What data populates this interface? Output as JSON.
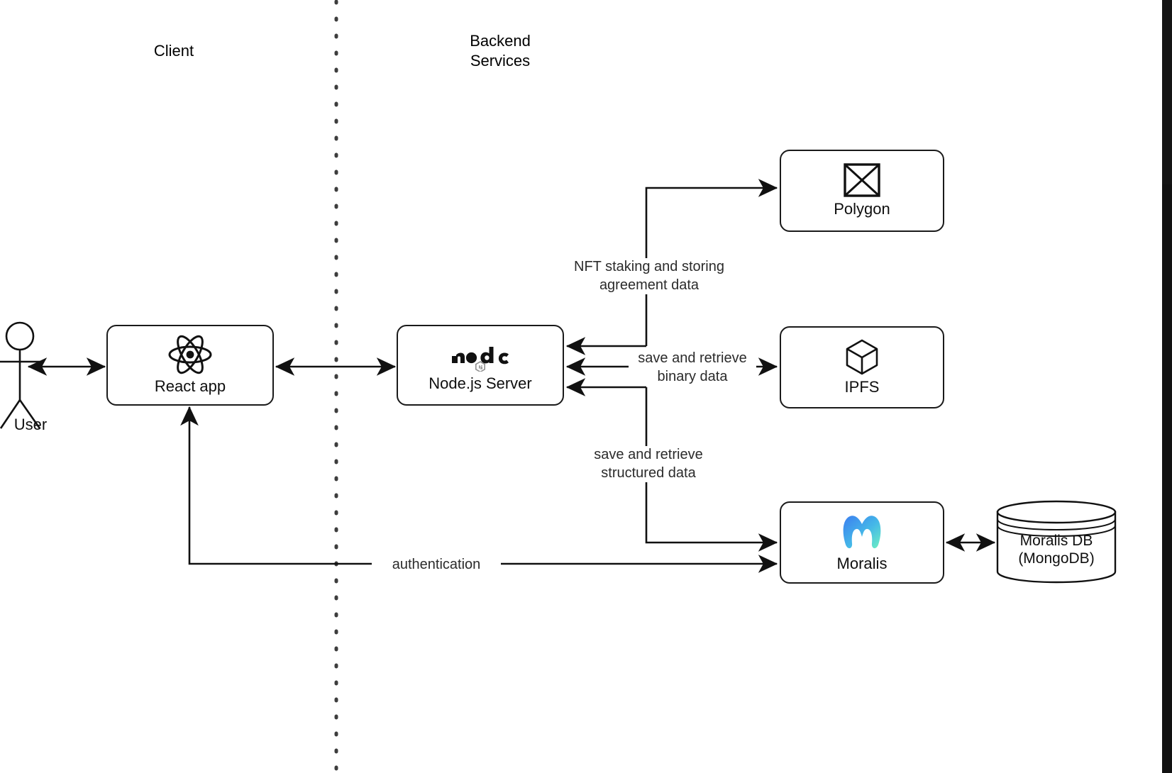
{
  "diagram": {
    "title": "Client / Backend Services architecture",
    "lanes": [
      {
        "id": "client",
        "label": "Client"
      },
      {
        "id": "backend",
        "label": "Backend\nServices"
      }
    ],
    "actor": {
      "label": "User",
      "icon": "stick-figure-actor-icon"
    },
    "nodes": [
      {
        "id": "react",
        "label": "React app",
        "icon": "react-atom-icon"
      },
      {
        "id": "node",
        "label": "Node.js Server",
        "icon": "nodejs-logo-icon"
      },
      {
        "id": "polygon",
        "label": "Polygon",
        "icon": "broken-image-placeholder-icon"
      },
      {
        "id": "ipfs",
        "label": "IPFS",
        "icon": "cube-icon"
      },
      {
        "id": "moralis",
        "label": "Moralis",
        "icon": "moralis-m-icon"
      },
      {
        "id": "db",
        "label": "Moralis DB\n(MongoDB)",
        "icon": "database-cylinder-icon"
      }
    ],
    "edges": [
      {
        "id": "user-react",
        "from": "User",
        "to": "React app",
        "label": "",
        "direction": "both"
      },
      {
        "id": "react-node",
        "from": "React app",
        "to": "Node.js Server",
        "label": "",
        "direction": "both"
      },
      {
        "id": "node-polygon",
        "from": "Node.js Server",
        "to": "Polygon",
        "label": "NFT staking and storing\nagreement data",
        "direction": "both"
      },
      {
        "id": "node-ipfs",
        "from": "Node.js Server",
        "to": "IPFS",
        "label": "save and retrieve\nbinary data",
        "direction": "both"
      },
      {
        "id": "node-moralis",
        "from": "Node.js Server",
        "to": "Moralis",
        "label": "save and retrieve\nstructured data",
        "direction": "both"
      },
      {
        "id": "moralis-react",
        "from": "Moralis",
        "to": "React app",
        "label": "authentication",
        "direction": "to-moralis"
      },
      {
        "id": "moralis-db",
        "from": "Moralis",
        "to": "Moralis DB",
        "label": "",
        "direction": "both"
      }
    ],
    "divider": {
      "style": "dotted",
      "orientation": "vertical"
    },
    "colors": {
      "stroke": "#1a1a1a",
      "text": "#0f0f0f",
      "label_text": "#2b2b2b",
      "background": "#ffffff",
      "divider": "#3d3d3d",
      "moralis_gradient_start": "#3b7ef0",
      "moralis_gradient_end": "#6df0c2",
      "gutter": "#121212"
    }
  }
}
